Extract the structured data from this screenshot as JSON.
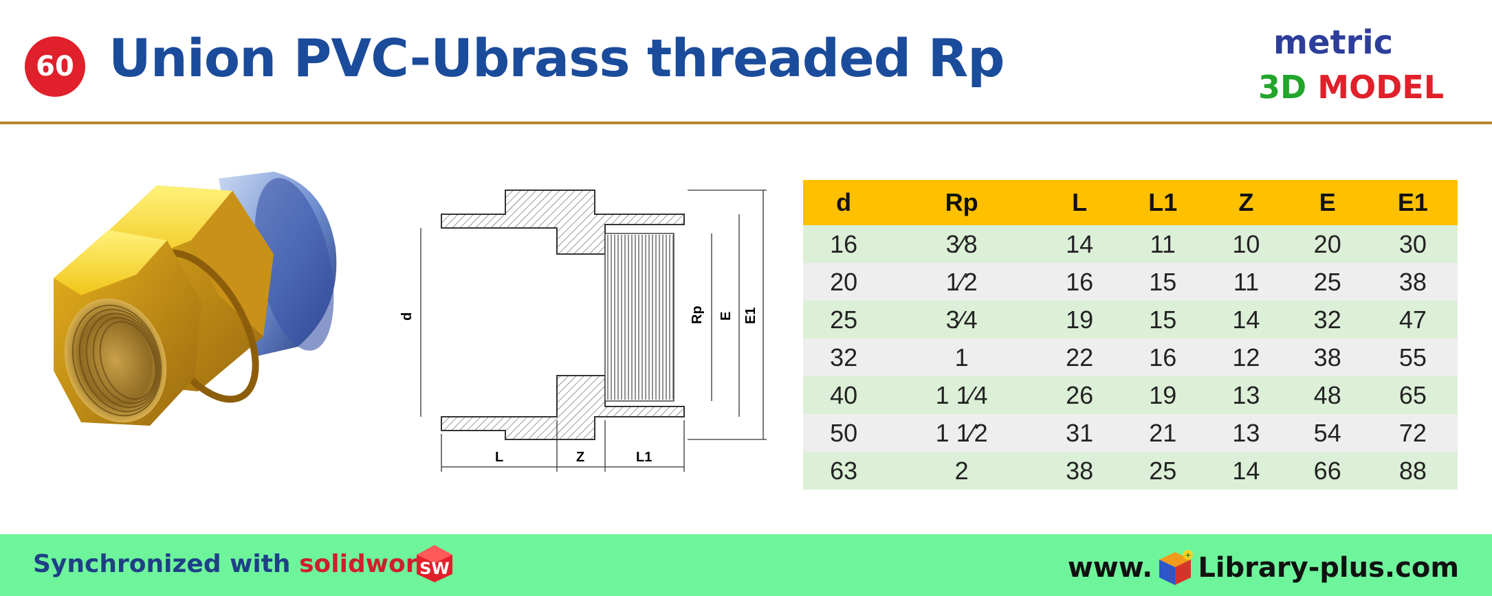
{
  "header": {
    "number": "60",
    "title": "Union PVC-Ubrass threaded Rp",
    "metric": "metric",
    "model_part1": "3D",
    "model_part2": "MODEL"
  },
  "drawing": {
    "labels": {
      "d": "d",
      "rp": "Rp",
      "e": "E",
      "e1": "E1",
      "l": "L",
      "z": "Z",
      "l1": "L1"
    }
  },
  "table": {
    "headers": [
      "d",
      "Rp",
      "L",
      "L1",
      "Z",
      "E",
      "E1"
    ],
    "rows": [
      [
        "16",
        "3⁄8",
        "14",
        "11",
        "10",
        "20",
        "30"
      ],
      [
        "20",
        "1⁄2",
        "16",
        "15",
        "11",
        "25",
        "38"
      ],
      [
        "25",
        "3⁄4",
        "19",
        "15",
        "14",
        "32",
        "47"
      ],
      [
        "32",
        "1",
        "22",
        "16",
        "12",
        "38",
        "55"
      ],
      [
        "40",
        "1 1⁄4",
        "26",
        "19",
        "13",
        "48",
        "65"
      ],
      [
        "50",
        "1 1⁄2",
        "31",
        "21",
        "13",
        "54",
        "72"
      ],
      [
        "63",
        "2",
        "38",
        "25",
        "14",
        "66",
        "88"
      ]
    ]
  },
  "footer": {
    "sync_text": "Synchronized with",
    "brand": "solidworks",
    "sw_logo": "SW",
    "web_prefix": "www.",
    "web_suffix": "Library-plus.com"
  },
  "colors": {
    "title_blue": "#1b4b9b",
    "badge_red": "#e0202a",
    "table_header": "#ffc000",
    "row_green": "#dcefd7",
    "row_gray": "#eeeeee",
    "footer_green": "#6ef59c",
    "brass": "#e3b41a"
  }
}
